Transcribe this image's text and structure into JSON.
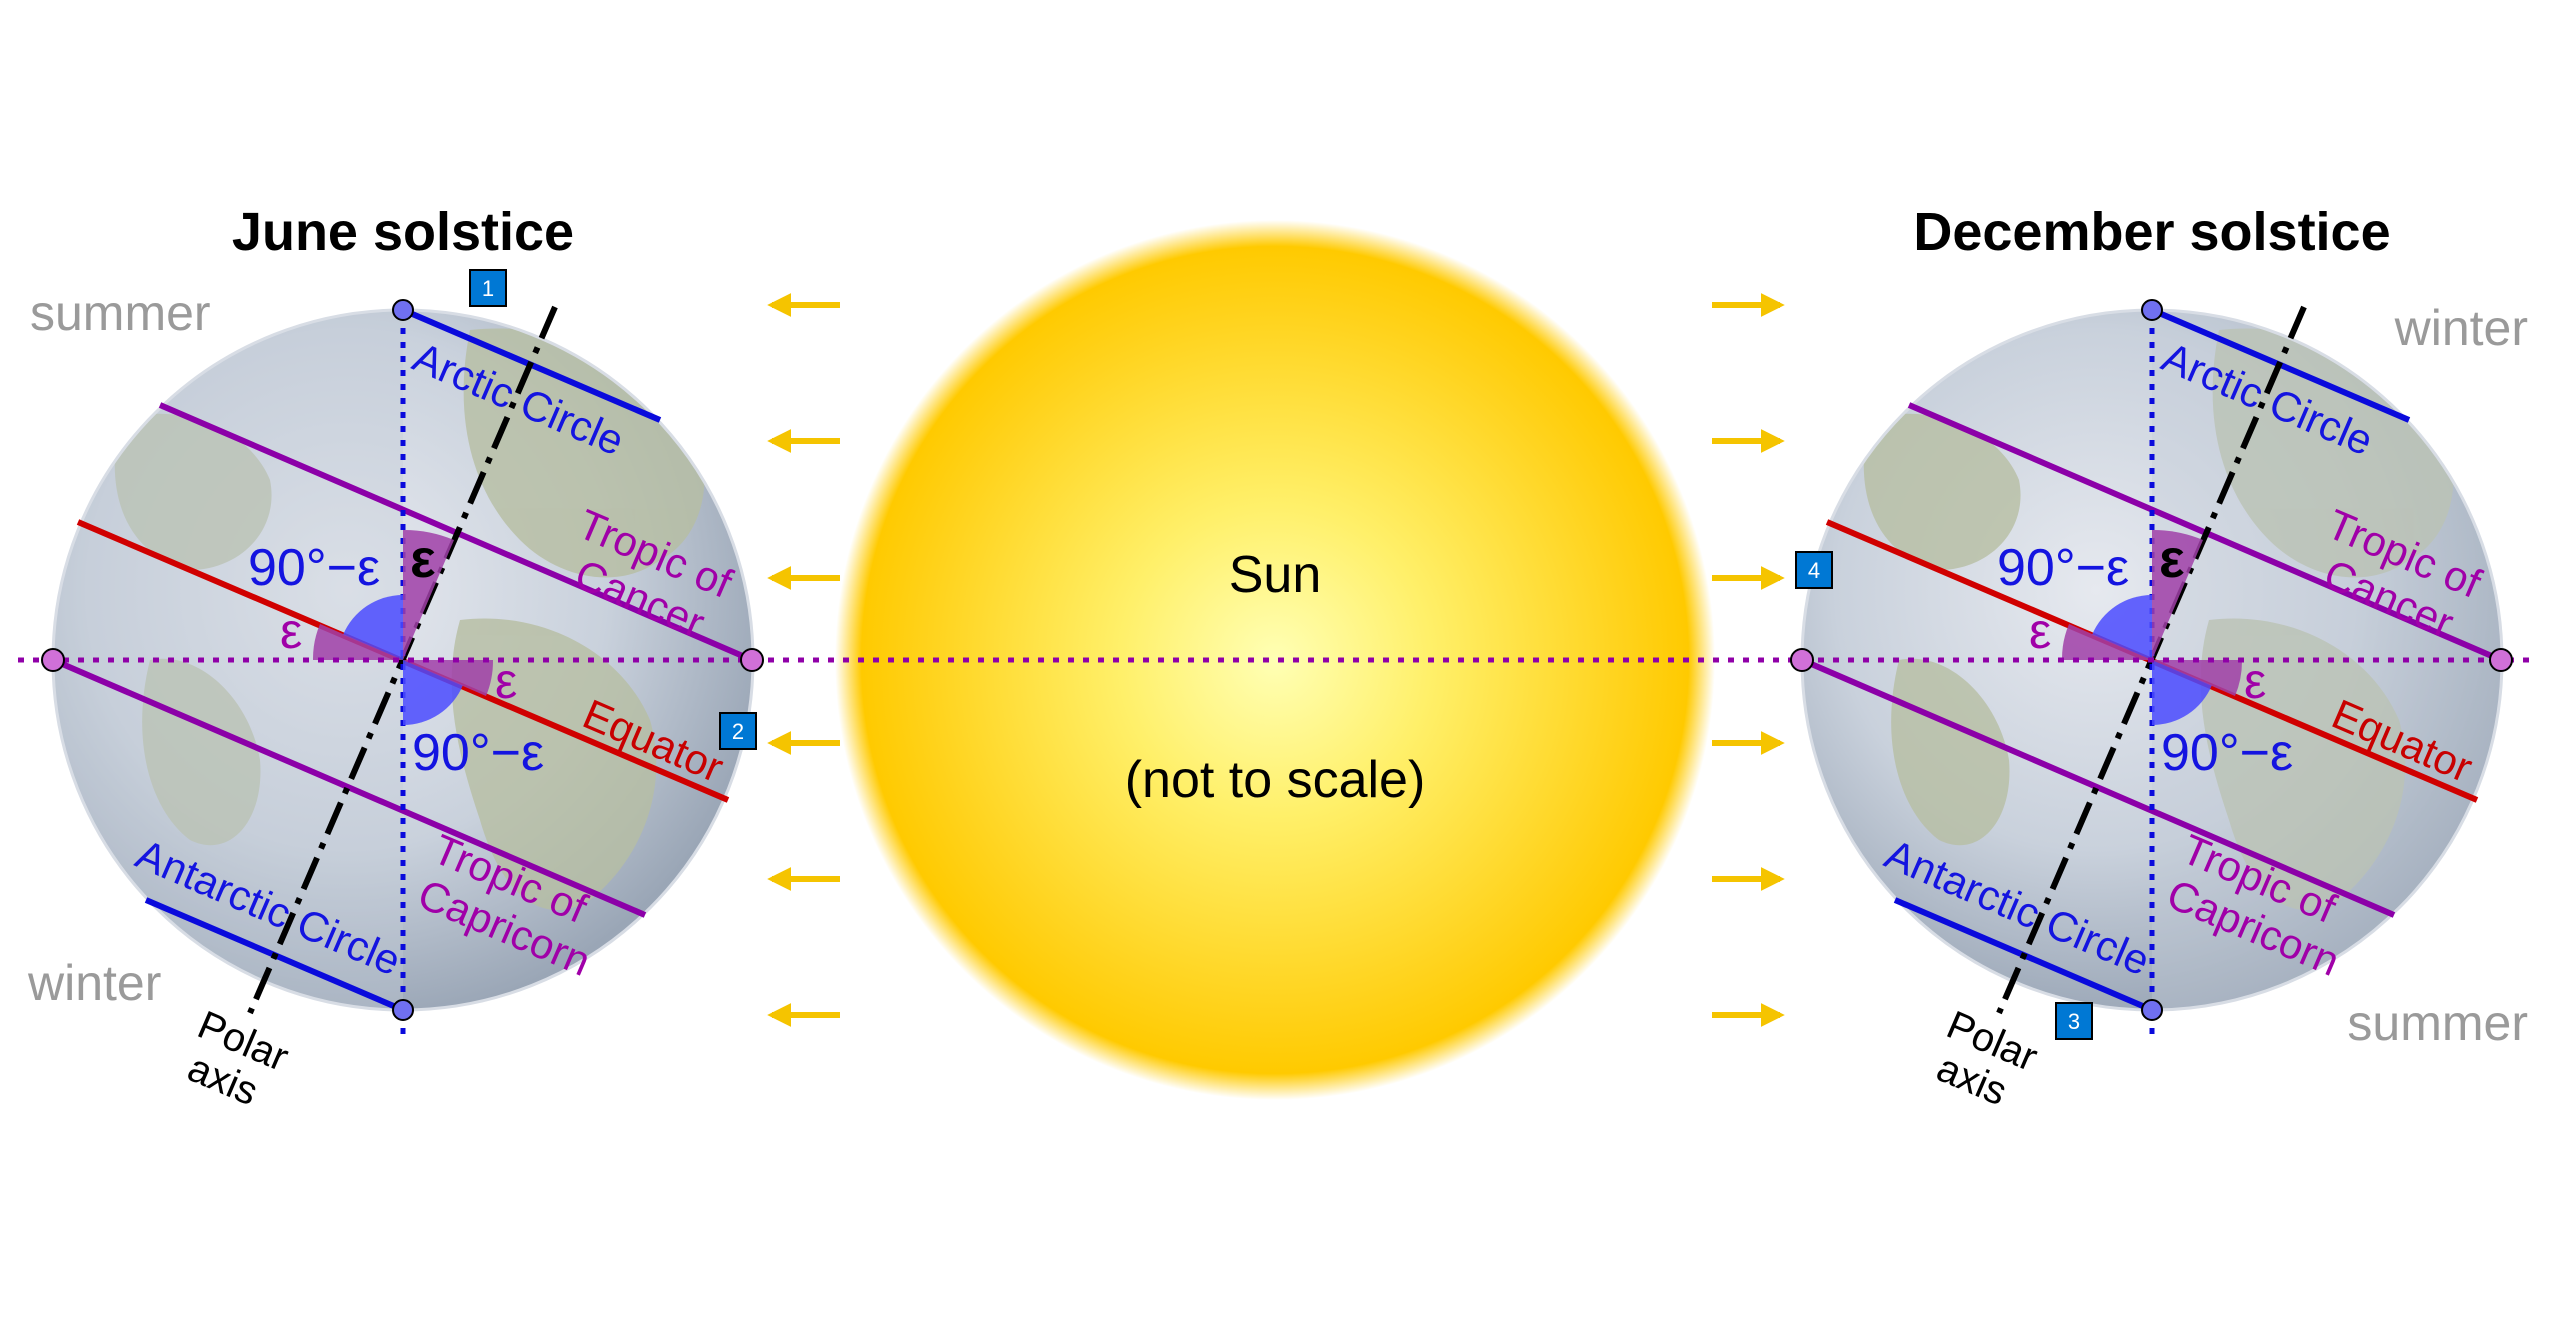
{
  "left_panel": {
    "title": "June solstice",
    "season_top": "summer",
    "season_bottom": "winter",
    "arctic": "Arctic Circle",
    "tropic_cancer_1": "Tropic of",
    "tropic_cancer_2": "Cancer",
    "equator": "Equator",
    "tropic_capricorn_1": "Tropic of",
    "tropic_capricorn_2": "Capricorn",
    "antarctic": "Antarctic Circle",
    "polar_1": "Polar",
    "polar_2": "axis",
    "angle_comp": "90°−ε",
    "angle_eps": "ε"
  },
  "right_panel": {
    "title": "December solstice",
    "season_top": "winter",
    "season_bottom": "summer",
    "arctic": "Arctic Circle",
    "tropic_cancer_1": "Tropic of",
    "tropic_cancer_2": "Cancer",
    "equator": "Equator",
    "tropic_capricorn_1": "Tropic of",
    "tropic_capricorn_2": "Capricorn",
    "antarctic": "Antarctic Circle",
    "polar_1": "Polar",
    "polar_2": "axis",
    "angle_comp": "90°−ε",
    "angle_eps": "ε"
  },
  "sun": {
    "label": "Sun",
    "note": "(not to scale)"
  },
  "markers": [
    "1",
    "2",
    "3",
    "4"
  ],
  "colors": {
    "sun_center": "#ffffb0",
    "sun_mid": "#ffe236",
    "sun_edge": "#ffc400",
    "ray_arrow": "#f5c400",
    "equator": "#d00000",
    "tropic": "#9000a8",
    "polar_circle": "#0000dd",
    "polar_axis": "#000000",
    "marker": "#0078d4",
    "season": "#9a9a9a"
  }
}
